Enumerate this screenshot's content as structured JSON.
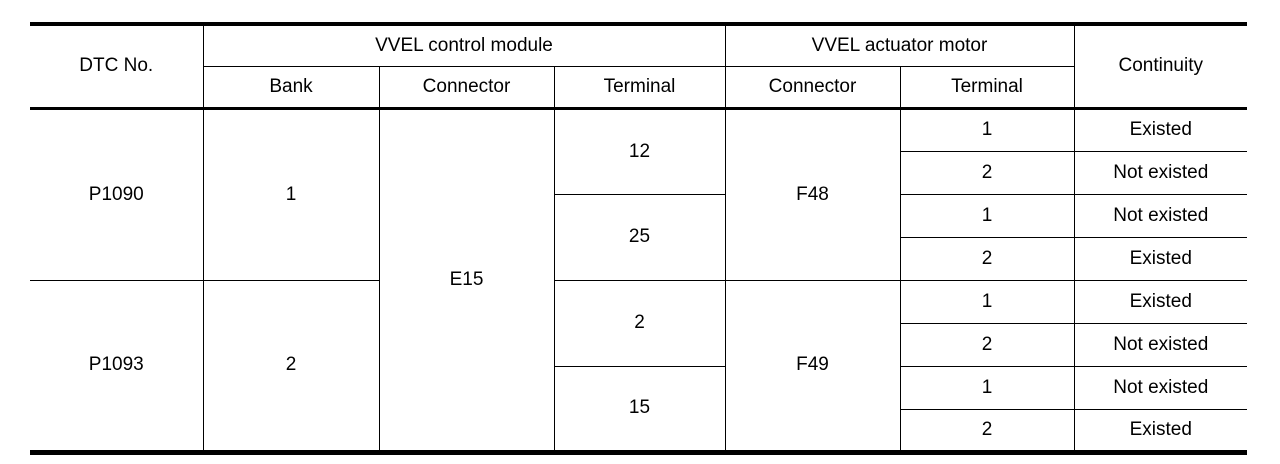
{
  "colors": {
    "border": "#000000",
    "text": "#000000",
    "background": "#ffffff"
  },
  "table": {
    "header": {
      "dtc_no": "DTC No.",
      "control_module_group": "VVEL control module",
      "actuator_motor_group": "VVEL actuator motor",
      "continuity": "Continuity",
      "bank": "Bank",
      "control_connector": "Connector",
      "control_terminal": "Terminal",
      "motor_connector": "Connector",
      "motor_terminal": "Terminal"
    },
    "body": {
      "dtc_p1090": "P1090",
      "bank_1": "1",
      "dtc_p1093": "P1093",
      "bank_2": "2",
      "control_connector": "E15",
      "motor_connector_f48": "F48",
      "motor_connector_f49": "F49",
      "control_terminals": [
        "12",
        "25",
        "2",
        "15"
      ],
      "rows": [
        {
          "motor_terminal": "1",
          "continuity": "Existed"
        },
        {
          "motor_terminal": "2",
          "continuity": "Not existed"
        },
        {
          "motor_terminal": "1",
          "continuity": "Not existed"
        },
        {
          "motor_terminal": "2",
          "continuity": "Existed"
        },
        {
          "motor_terminal": "1",
          "continuity": "Existed"
        },
        {
          "motor_terminal": "2",
          "continuity": "Not existed"
        },
        {
          "motor_terminal": "1",
          "continuity": "Not existed"
        },
        {
          "motor_terminal": "2",
          "continuity": "Existed"
        }
      ]
    }
  }
}
